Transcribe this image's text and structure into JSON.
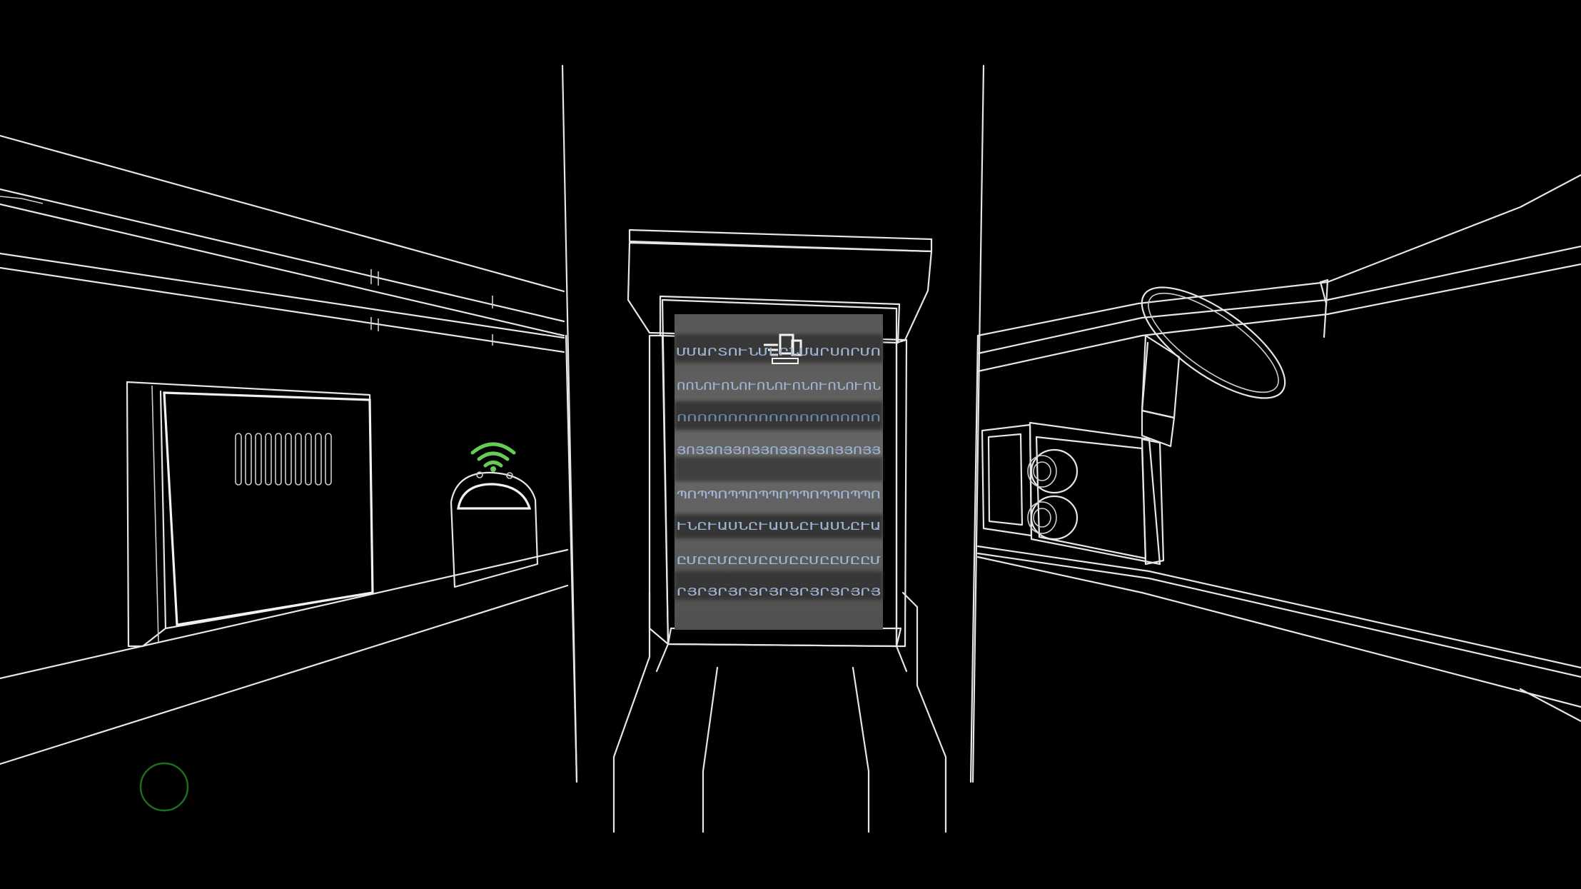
{
  "game": {
    "scene": "wireframe corridor",
    "line_color": "#e6e6e6",
    "background_color": "#000000",
    "accent_color": "#66cc55",
    "screen": {
      "logo_icon": "device-logo-icon",
      "code_rows": [
        "ՄՄԱՐՏՈՒՆՄԼՐՆՄԱՐՍՈՐՄՈ",
        "ՈՈՆՈՒՈՆՈՒՈՆՈՒՈՆՈՒՈՆՈՒՈՆ",
        "ՈՈՈՈՈՈՈՈՈՈՈՈՈՈՈՈՈՈՈՈ",
        "ՅՈՅՅՈՅՅՈՅՅՈՅՅՈՅՅՈՅՅՈՅՅ",
        "ՊՈՊՊՈՊՊՈՊՊՈՊՊՈՊՊՈՊՊՈ",
        "ՒՆԸՒԱՍՆԸՒԱՍՆԸՒԱՍՆԸՒԱ",
        "ԸՄԸԸՄԸԸՄԸԸՄԸԸՄԸԸՄԸԸՄ",
        "ՐՅՐՅՐՅՐՅՐՅՐՅՐՅՐՅՐՅՐՅ"
      ]
    },
    "wifi_icon": "wifi-icon",
    "crosshair_icon": "crosshair-ring-icon"
  }
}
